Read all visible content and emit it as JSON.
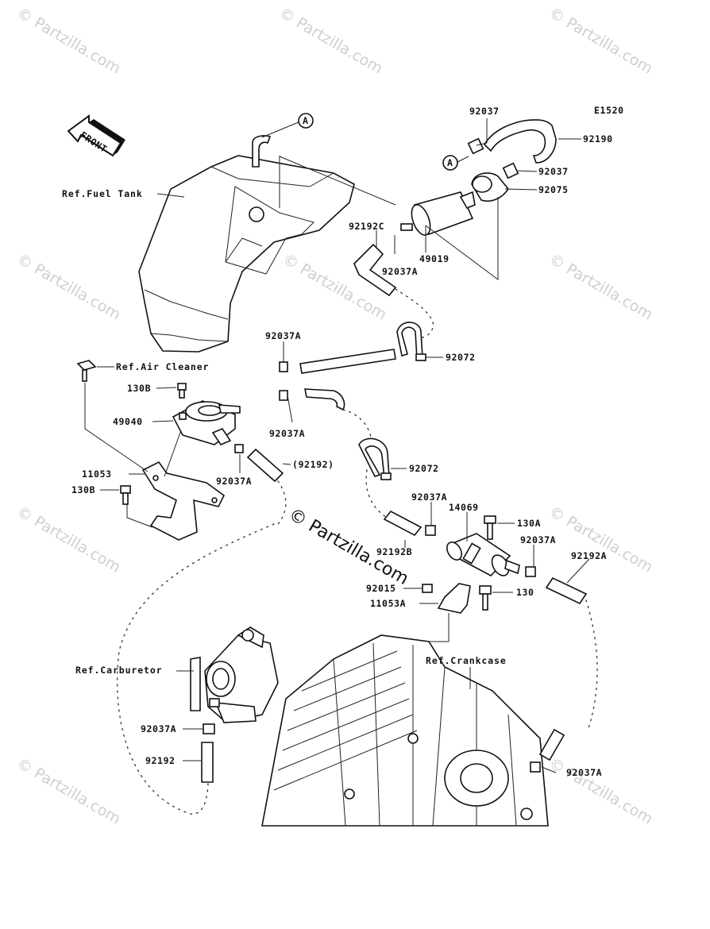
{
  "diagram_code": "E1520",
  "watermark": "© Partzilla.com",
  "center_logo": "© Partzilla.com",
  "front_arrow_label": "FRONT",
  "callout_letter": "A",
  "references": {
    "fuel_tank": "Ref.Fuel Tank",
    "air_cleaner": "Ref.Air Cleaner",
    "carburetor": "Ref.Carburetor",
    "crankcase": "Ref.Crankcase"
  },
  "parts": {
    "p92037_top": "92037",
    "p92190": "92190",
    "p92037_mid": "92037",
    "p92075": "92075",
    "p92192C": "92192C",
    "p49019": "49019",
    "p92037A_filter": "92037A",
    "p92037A_upper": "92037A",
    "p92072_upper": "92072",
    "p130B_upper": "130B",
    "p49040": "49040",
    "p92037A_pump_right": "92037A",
    "p92037A_pump_bottom": "92037A",
    "p92192_paren": "(92192)",
    "p11053": "11053",
    "p130B_lower": "130B",
    "p92072_lower": "92072",
    "p92037A_center": "92037A",
    "p14069": "14069",
    "p130A": "130A",
    "p92037A_right": "92037A",
    "p92192A": "92192A",
    "p92192B": "92192B",
    "p92015": "92015",
    "p130": "130",
    "p11053A": "11053A",
    "p92037A_carb": "92037A",
    "p92192": "92192",
    "p92037A_bottom": "92037A"
  }
}
